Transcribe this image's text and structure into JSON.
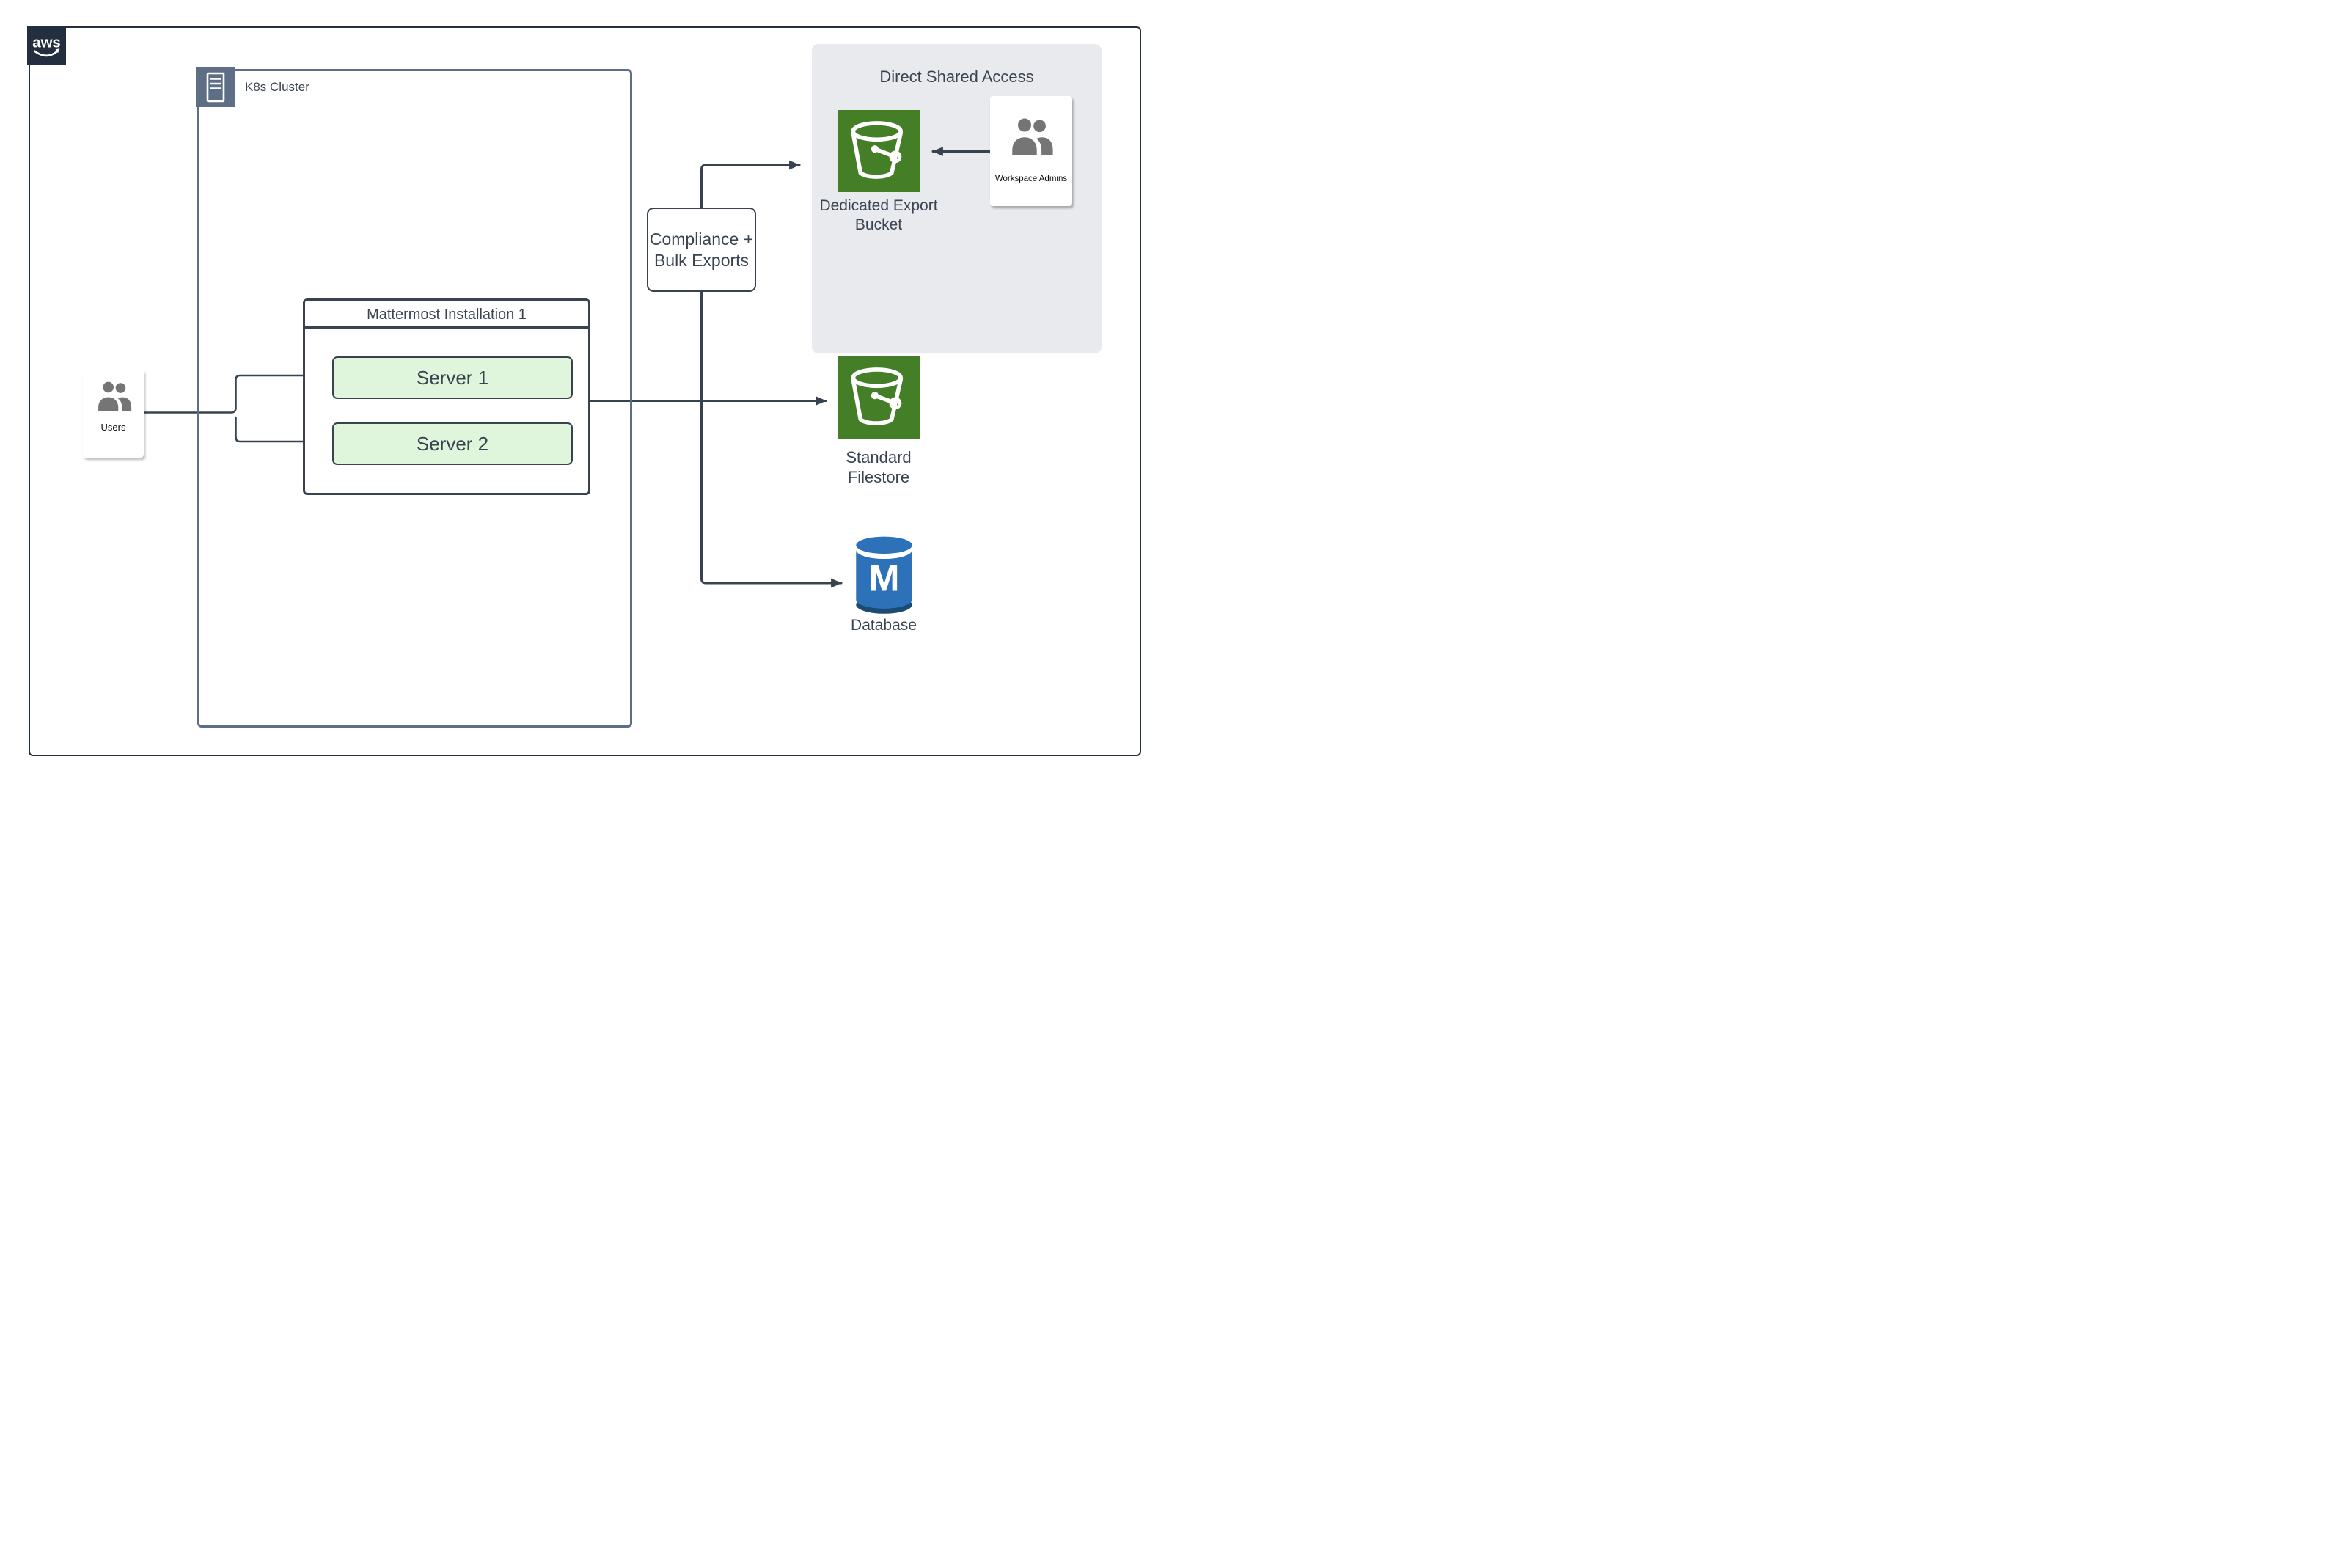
{
  "diagram": {
    "provider_badge": {
      "label": "aws"
    },
    "k8s_cluster": {
      "label": "K8s Cluster"
    },
    "installation": {
      "title": "Mattermost Installation 1",
      "servers": [
        {
          "label": "Server 1"
        },
        {
          "label": "Server 2"
        }
      ]
    },
    "users": {
      "label": "Users"
    },
    "compliance": {
      "lines": [
        "Compliance +",
        "Bulk Exports"
      ]
    },
    "direct_shared_access": {
      "title": "Direct Shared Access",
      "export_bucket": {
        "lines": [
          "Dedicated Export",
          "Bucket"
        ]
      },
      "workspace_admins": {
        "label": "Workspace Admins"
      }
    },
    "standard_filestore": {
      "lines": [
        "Standard",
        "Filestore"
      ]
    },
    "database": {
      "label": "Database",
      "monogram": "M"
    },
    "colors": {
      "connector_dark": "#39434F",
      "k8s_border_slate": "#5D6E85",
      "aws_navy": "#232F3E",
      "bucket_green": "#447F28",
      "server_fill_green": "#DFF5DC",
      "panel_gray": "#E8EAED",
      "database_blue": "#2D72B8",
      "database_rim_dark": "#1B4A73",
      "label_text": "#3A4350",
      "person_gray": "#757575"
    }
  }
}
